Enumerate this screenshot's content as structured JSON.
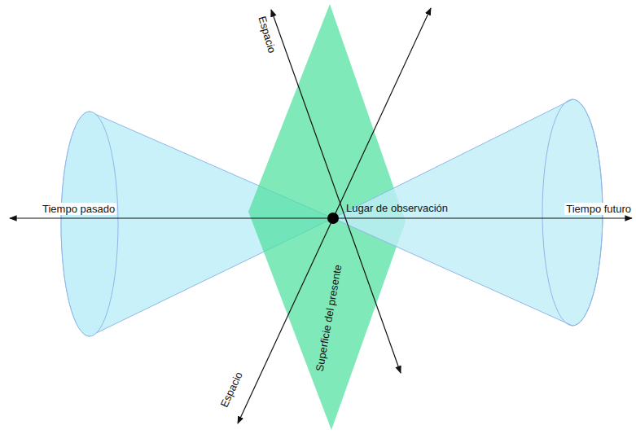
{
  "diagram": {
    "labels": [
      "Espacio",
      "Tiempo pasado",
      "Lugar de observación",
      "Tiempo futuro",
      "Superficie del presente",
      "Espacio"
    ]
  }
}
